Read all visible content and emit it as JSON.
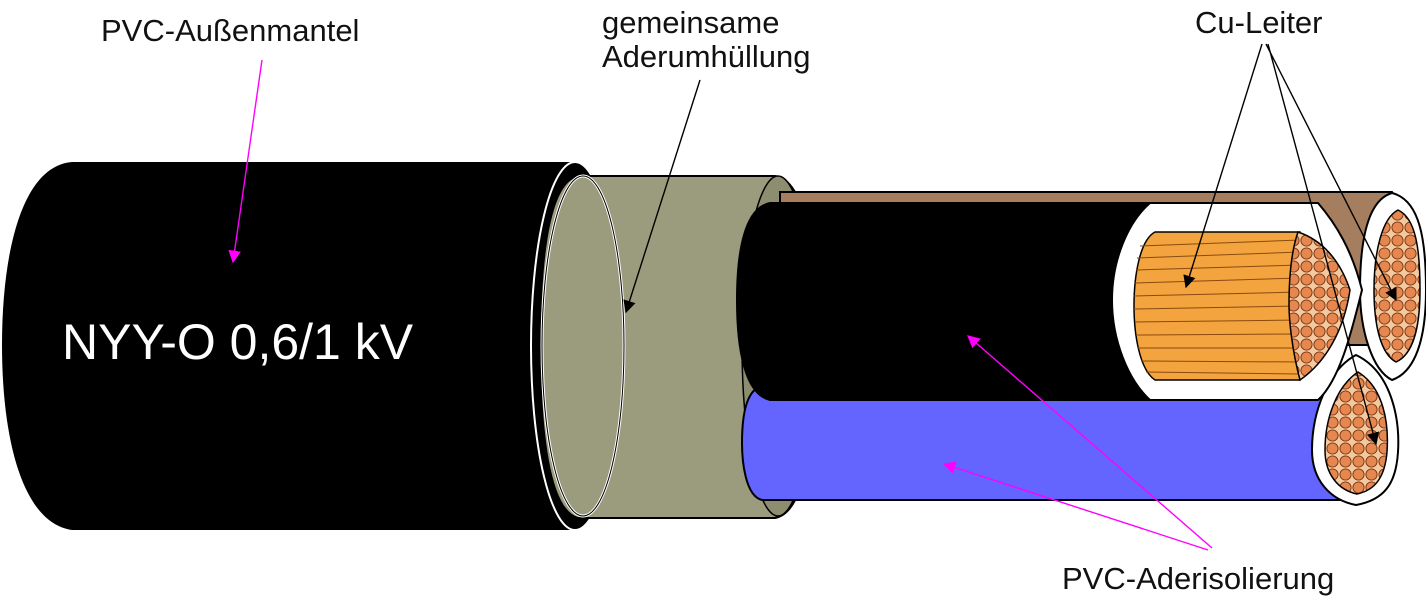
{
  "diagram": {
    "marking": "NYY-O 0,6/1 kV",
    "labels": {
      "outer_jacket": "PVC-Außenmantel",
      "inner_filler_line1": "gemeinsame",
      "inner_filler_line2": "Aderumhüllung",
      "conductor": "Cu-Leiter",
      "core_insulation": "PVC-Aderisolierung"
    },
    "colors": {
      "outer_jacket": "#000000",
      "inner_filler": "#9a9a7c",
      "core_black": "#000000",
      "core_blue": "#6464ff",
      "core_brown": "#a07c5c",
      "copper": "#f0a040",
      "strand": "#e08850",
      "arrow_magenta": "#ff00ff",
      "arrow_black": "#000000"
    }
  }
}
